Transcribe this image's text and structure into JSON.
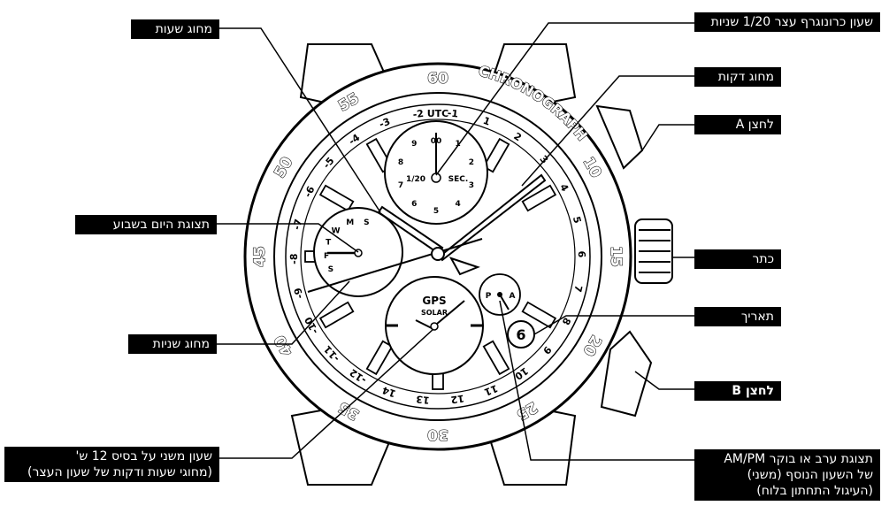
{
  "labels": {
    "hour_hand": "מחוג שעות",
    "chrono_dial": "שעון כרונוגרף עצר 1/20 שניות",
    "minute_hand": "מחוג דקות",
    "button_a": "לחצן A",
    "day_of_week": "תצוגת היום בשבוע",
    "crown": "כתר",
    "date": "תאריך",
    "second_hand": "מחוג שניות",
    "button_b": "לחצן B",
    "dual_time_dial": [
      "שעון משני על בסיס 12 ש'",
      "(מחוגי שעות ודקות של שעון העצר)"
    ],
    "am_pm": [
      "תצוגת ערב או בוקר AM/PM",
      "של השעון הנוסף (משני)",
      "(העיגול התחתון בלוח)"
    ]
  },
  "watch": {
    "bezel_top": "CHRONOGRAPH",
    "bezel_numbers": [
      "60",
      "10",
      "15",
      "20",
      "25",
      "30",
      "35",
      "40",
      "45",
      "50",
      "55"
    ],
    "utc": "UTC",
    "chrono_sub": {
      "left": "1/20",
      "right": "SEC.",
      "top": "00",
      "numbers": [
        "1",
        "2",
        "3",
        "4",
        "5",
        "6",
        "7",
        "8",
        "9"
      ]
    },
    "day_letters": [
      "S",
      "F",
      "T",
      "W",
      "M",
      "S"
    ],
    "gps": "GPS",
    "solar": "SOLAR",
    "pa": [
      "P",
      "A"
    ],
    "date_value": "6",
    "dial_ring": [
      "-1",
      "1",
      "2",
      "3",
      "4",
      "5",
      "6",
      "7",
      "8",
      "9",
      "10",
      "11",
      "12",
      "13",
      "14",
      "-12",
      "-11",
      "-10",
      "-9",
      "-8",
      "-7",
      "-6",
      "-5",
      "-4",
      "-3",
      "-2"
    ]
  }
}
